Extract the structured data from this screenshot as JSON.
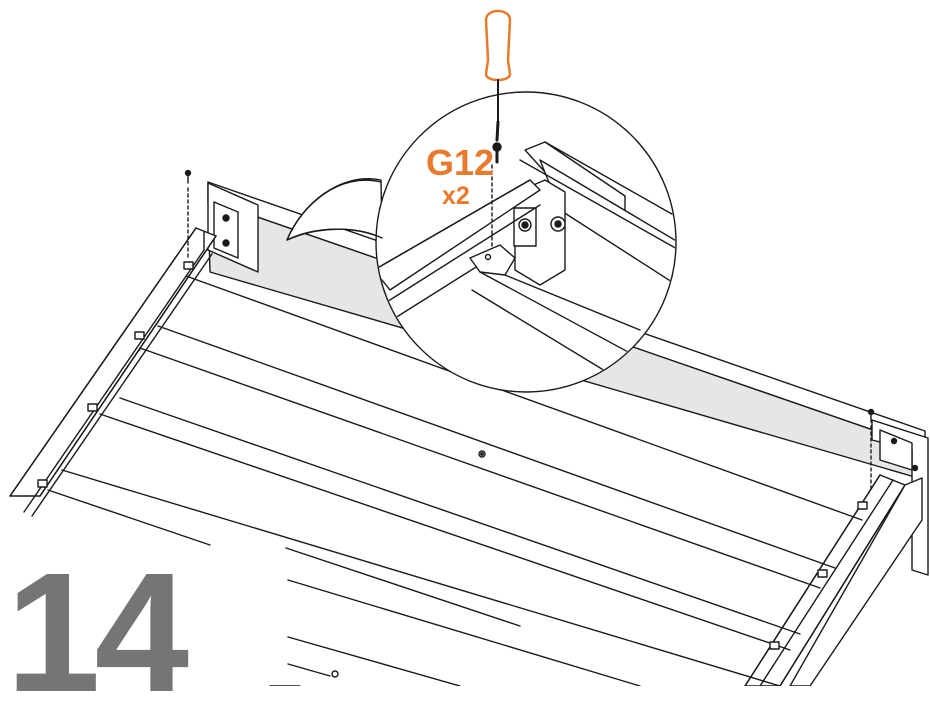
{
  "step": {
    "number": "14"
  },
  "callout": {
    "part_code": "G12",
    "quantity": "x2"
  },
  "colors": {
    "accent": "#e87a2d",
    "line": "#1a1a1a",
    "panel_fill": "#e6e6e6",
    "step_number": "#757575"
  },
  "icons": [
    "screwdriver-icon",
    "screw-icon"
  ]
}
